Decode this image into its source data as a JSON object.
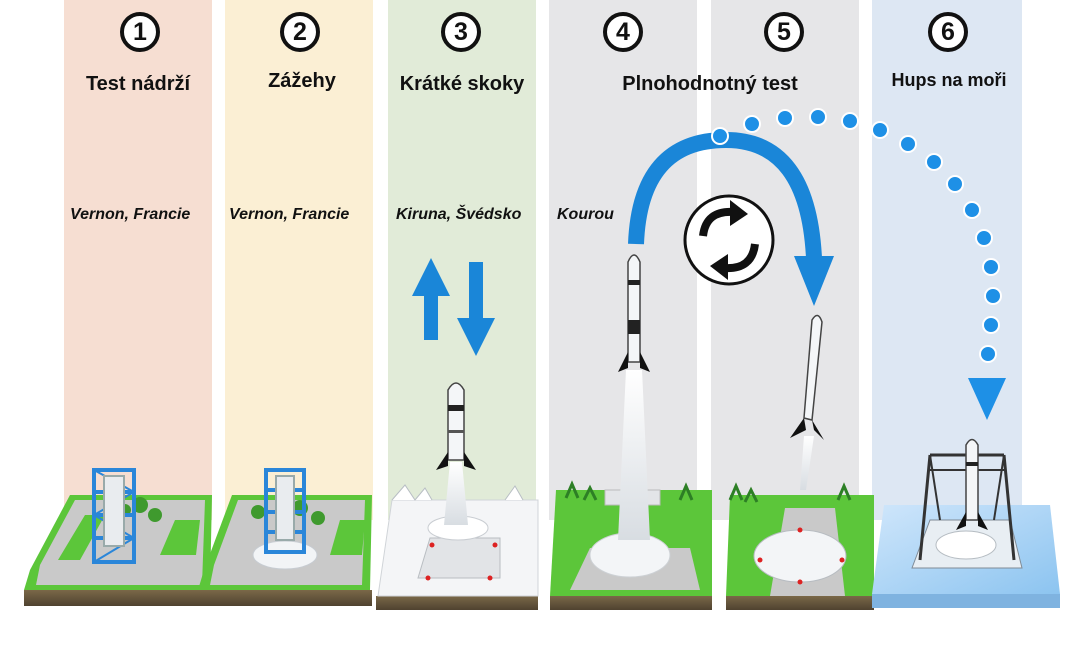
{
  "stages": [
    {
      "number": "1",
      "title": "Test nádrží",
      "location": "Vernon, Francie",
      "color": "#f6ded2"
    },
    {
      "number": "2",
      "title": "Zážehy",
      "location": "Vernon, Francie",
      "color": "#fbefd4"
    },
    {
      "number": "3",
      "title": "Krátké skoky",
      "location": "Kiruna, Švédsko",
      "color": "#e1ebd8"
    },
    {
      "number": "4",
      "title": "Plnohodnotný test",
      "location": "Kourou",
      "color": "#e6e6e8"
    },
    {
      "number": "5",
      "title": "",
      "location": "",
      "color": "#e6e6e8"
    },
    {
      "number": "6",
      "title": "Hups na moři",
      "location": "",
      "color": "#dde7f3"
    }
  ],
  "colors": {
    "arrow_blue": "#1a86d8",
    "dot_blue": "#1e90e6",
    "grass": "#5cc63a",
    "soil": "#6b5a3c"
  },
  "icons": [
    "circled-number-icon",
    "up-down-arrows-icon",
    "arc-arrow-icon",
    "reuse-cycle-icon",
    "dotted-trajectory-icon",
    "rocket-icon",
    "launch-tower-icon",
    "sea-platform-icon"
  ]
}
